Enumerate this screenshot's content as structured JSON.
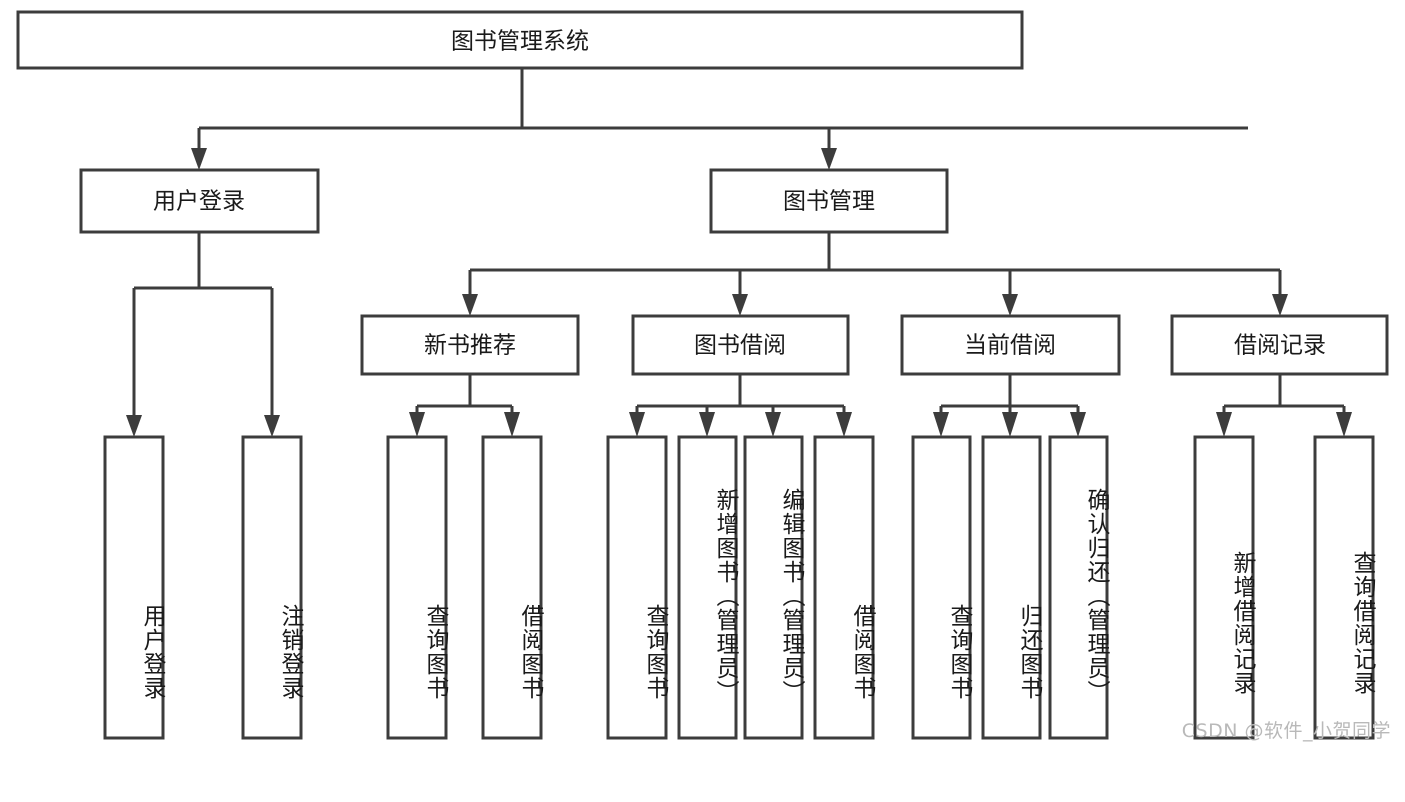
{
  "diagram": {
    "type": "tree-hierarchy",
    "title": "图书管理系统",
    "watermark": "CSDN @软件_小贺同学",
    "colors": {
      "stroke": "#3c3c3c",
      "box_fill": "#ffffff",
      "text": "#1a1a1a",
      "background": "#ffffff",
      "watermark": "#b9b9b9"
    },
    "levels": {
      "root": {
        "label": "图书管理系统",
        "orientation": "horizontal"
      },
      "level2": [
        {
          "label": "用户登录",
          "orientation": "horizontal"
        },
        {
          "label": "图书管理",
          "orientation": "horizontal"
        }
      ],
      "level3": [
        {
          "label": "新书推荐",
          "orientation": "horizontal",
          "parent": "图书管理"
        },
        {
          "label": "图书借阅",
          "orientation": "horizontal",
          "parent": "图书管理"
        },
        {
          "label": "当前借阅",
          "orientation": "horizontal",
          "parent": "图书管理"
        },
        {
          "label": "借阅记录",
          "orientation": "horizontal",
          "parent": "图书管理"
        }
      ],
      "leaves": [
        {
          "label": "用户登录",
          "orientation": "vertical",
          "parent": "用户登录"
        },
        {
          "label": "注销登录",
          "orientation": "vertical",
          "parent": "用户登录"
        },
        {
          "label": "查询图书",
          "orientation": "vertical",
          "parent": "新书推荐"
        },
        {
          "label": "借阅图书",
          "orientation": "vertical",
          "parent": "新书推荐"
        },
        {
          "label": "查询图书",
          "orientation": "vertical",
          "parent": "图书借阅"
        },
        {
          "label": "新增图书（管理员）",
          "orientation": "vertical",
          "parent": "图书借阅"
        },
        {
          "label": "编辑图书（管理员）",
          "orientation": "vertical",
          "parent": "图书借阅"
        },
        {
          "label": "借阅图书",
          "orientation": "vertical",
          "parent": "图书借阅"
        },
        {
          "label": "查询图书",
          "orientation": "vertical",
          "parent": "当前借阅"
        },
        {
          "label": "归还图书",
          "orientation": "vertical",
          "parent": "当前借阅"
        },
        {
          "label": "确认归还（管理员）",
          "orientation": "vertical",
          "parent": "当前借阅"
        },
        {
          "label": "新增借阅记录",
          "orientation": "vertical",
          "parent": "借阅记录"
        },
        {
          "label": "查询借阅记录",
          "orientation": "vertical",
          "parent": "借阅记录"
        }
      ]
    }
  }
}
